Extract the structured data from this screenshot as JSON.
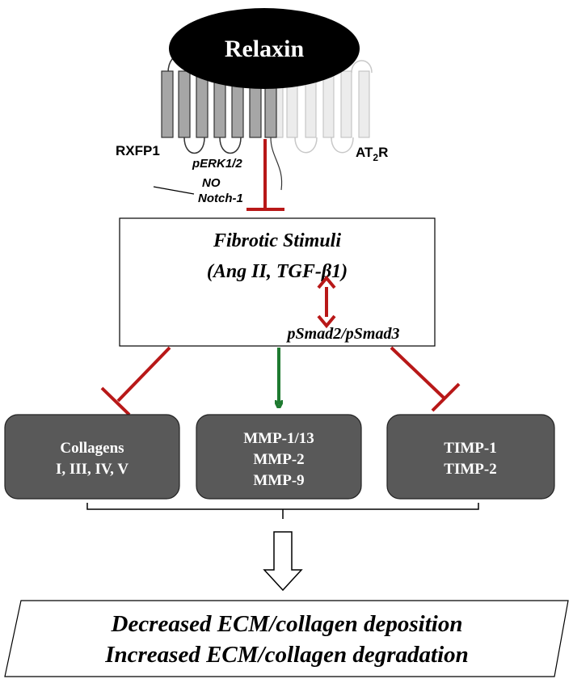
{
  "ligand": {
    "label": "Relaxin"
  },
  "receptors": {
    "left": {
      "label": "RXFP1"
    },
    "right": {
      "label_main": "AT",
      "label_sub": "2",
      "label_end": "R"
    }
  },
  "signals": {
    "perk": "pERK1/2",
    "no": "NO",
    "notch": "Notch-1"
  },
  "fibrotic_box": {
    "line1": "Fibrotic Stimuli",
    "line2_prefix": "(Ang II, TGF-",
    "line2_beta": "β",
    "line2_suffix": "1)",
    "psmad": "pSmad2/pSmad3"
  },
  "targets": [
    {
      "lines": [
        "Collagens",
        "I, III, IV, V"
      ]
    },
    {
      "lines": [
        "MMP-1/13",
        "MMP-2",
        "MMP-9"
      ]
    },
    {
      "lines": [
        "TIMP-1",
        "TIMP-2"
      ]
    }
  ],
  "outcome": {
    "line1": "Decreased ECM/collagen deposition",
    "line2": "Increased ECM/collagen degradation"
  },
  "colors": {
    "inhibit": "#b81818",
    "activate": "#1e7a30",
    "target_box": "#595959",
    "ligand": "#000000",
    "rxfp1_helix": "#a6a6a6",
    "at2r_helix": "#ececec"
  }
}
